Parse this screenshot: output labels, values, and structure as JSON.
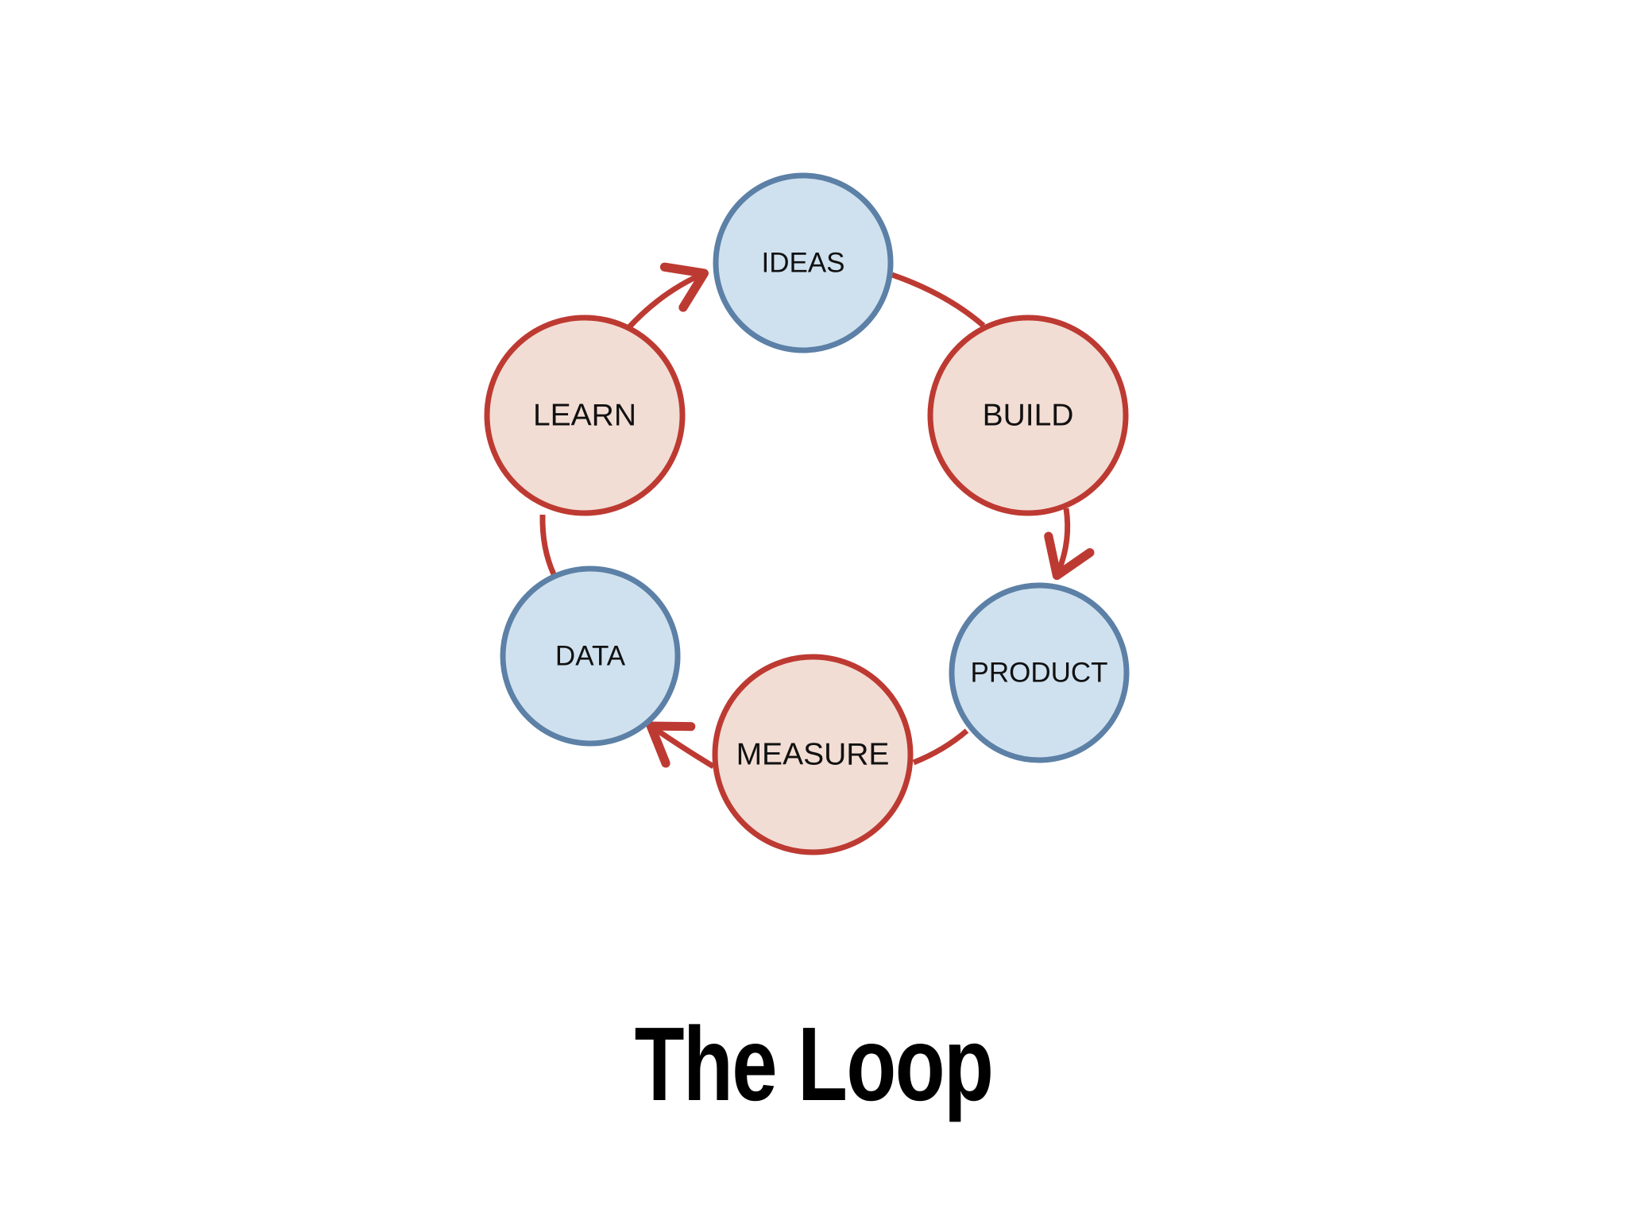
{
  "title": "The Loop",
  "colors": {
    "red_stroke": "#bd3a32",
    "red_fill": "#f2ddd4",
    "blue_stroke": "#5c80a6",
    "blue_fill": "#cfe1ef",
    "arrow": "#bd3a32"
  },
  "nodes": {
    "ideas": {
      "label": "IDEAS",
      "kind": "blue"
    },
    "build": {
      "label": "BUILD",
      "kind": "red"
    },
    "product": {
      "label": "PRODUCT",
      "kind": "blue"
    },
    "measure": {
      "label": "MEASURE",
      "kind": "red"
    },
    "data": {
      "label": "DATA",
      "kind": "blue"
    },
    "learn": {
      "label": "LEARN",
      "kind": "red"
    }
  },
  "edges": [
    {
      "from": "ideas",
      "to": "build",
      "arrow": false
    },
    {
      "from": "build",
      "to": "product",
      "arrow": true
    },
    {
      "from": "product",
      "to": "measure",
      "arrow": false
    },
    {
      "from": "measure",
      "to": "data",
      "arrow": true
    },
    {
      "from": "data",
      "to": "learn",
      "arrow": false
    },
    {
      "from": "learn",
      "to": "ideas",
      "arrow": true
    }
  ]
}
